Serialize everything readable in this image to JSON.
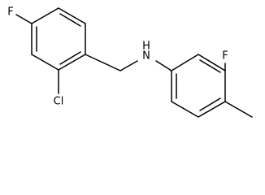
{
  "molecule": {
    "atoms": {
      "f_left": "F",
      "cl": "Cl",
      "nh": "N",
      "nh_h": "H",
      "f_right": "F"
    }
  }
}
